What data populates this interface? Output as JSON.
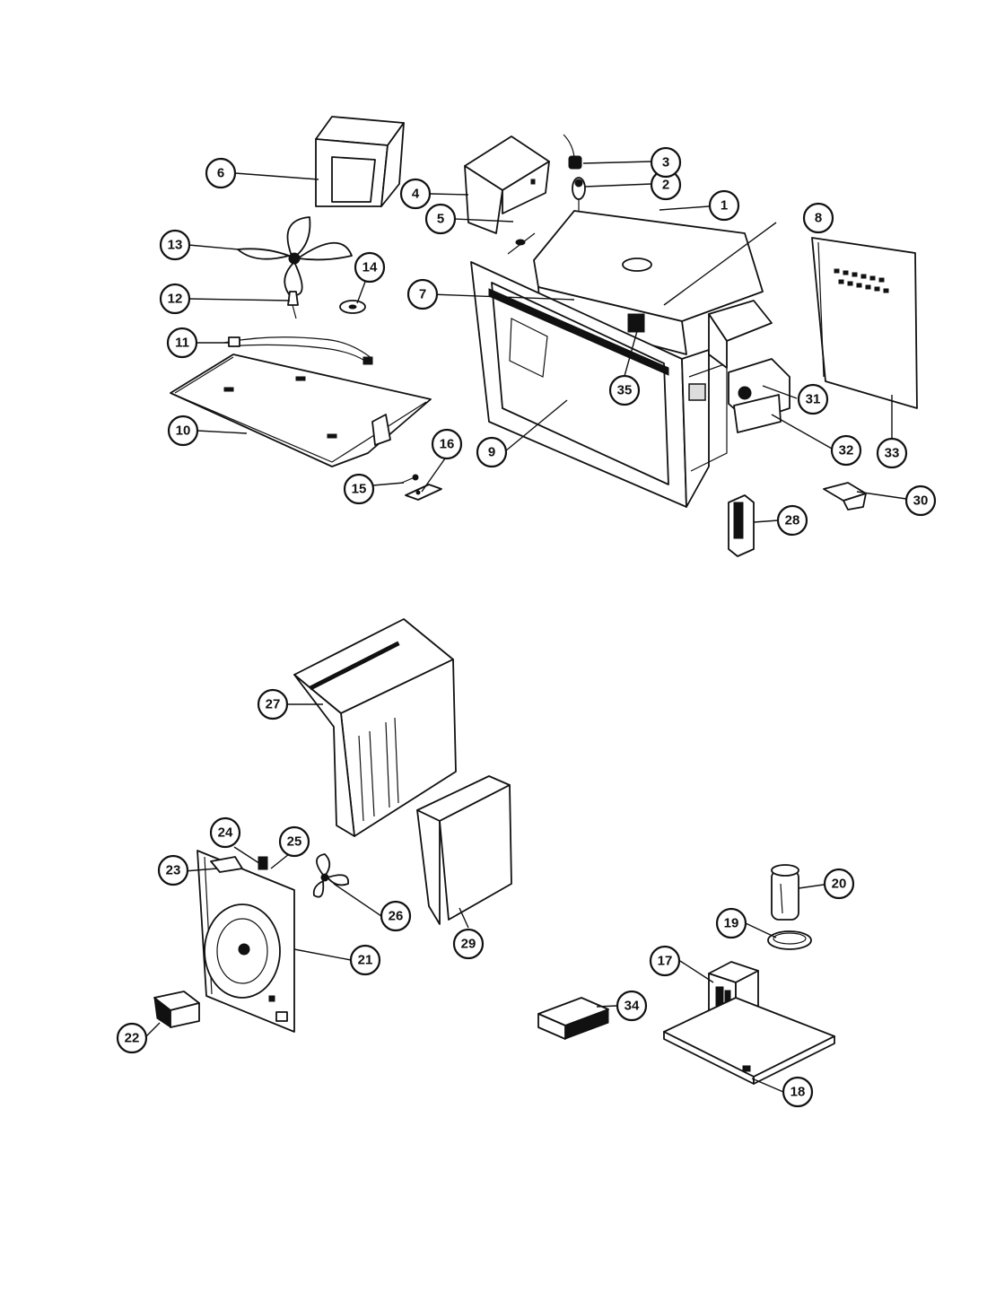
{
  "diagram": {
    "callouts": [
      {
        "id": "callout-1",
        "label": "1"
      },
      {
        "id": "callout-2",
        "label": "2"
      },
      {
        "id": "callout-3",
        "label": "3"
      },
      {
        "id": "callout-4",
        "label": "4"
      },
      {
        "id": "callout-5",
        "label": "5"
      },
      {
        "id": "callout-6",
        "label": "6"
      },
      {
        "id": "callout-7",
        "label": "7"
      },
      {
        "id": "callout-8",
        "label": "8"
      },
      {
        "id": "callout-9",
        "label": "9"
      },
      {
        "id": "callout-10",
        "label": "10"
      },
      {
        "id": "callout-11",
        "label": "11"
      },
      {
        "id": "callout-12",
        "label": "12"
      },
      {
        "id": "callout-13",
        "label": "13"
      },
      {
        "id": "callout-14",
        "label": "14"
      },
      {
        "id": "callout-15",
        "label": "15"
      },
      {
        "id": "callout-16",
        "label": "16"
      },
      {
        "id": "callout-17",
        "label": "17"
      },
      {
        "id": "callout-18",
        "label": "18"
      },
      {
        "id": "callout-19",
        "label": "19"
      },
      {
        "id": "callout-20",
        "label": "20"
      },
      {
        "id": "callout-21",
        "label": "21"
      },
      {
        "id": "callout-22",
        "label": "22"
      },
      {
        "id": "callout-23",
        "label": "23"
      },
      {
        "id": "callout-24",
        "label": "24"
      },
      {
        "id": "callout-25",
        "label": "25"
      },
      {
        "id": "callout-26",
        "label": "26"
      },
      {
        "id": "callout-27",
        "label": "27"
      },
      {
        "id": "callout-28",
        "label": "28"
      },
      {
        "id": "callout-29",
        "label": "29"
      },
      {
        "id": "callout-30",
        "label": "30"
      },
      {
        "id": "callout-31",
        "label": "31"
      },
      {
        "id": "callout-32",
        "label": "32"
      },
      {
        "id": "callout-33",
        "label": "33"
      },
      {
        "id": "callout-34",
        "label": "34"
      },
      {
        "id": "callout-35",
        "label": "35"
      }
    ],
    "colors": {
      "ink": "#111111",
      "paper": "#ffffff"
    }
  }
}
